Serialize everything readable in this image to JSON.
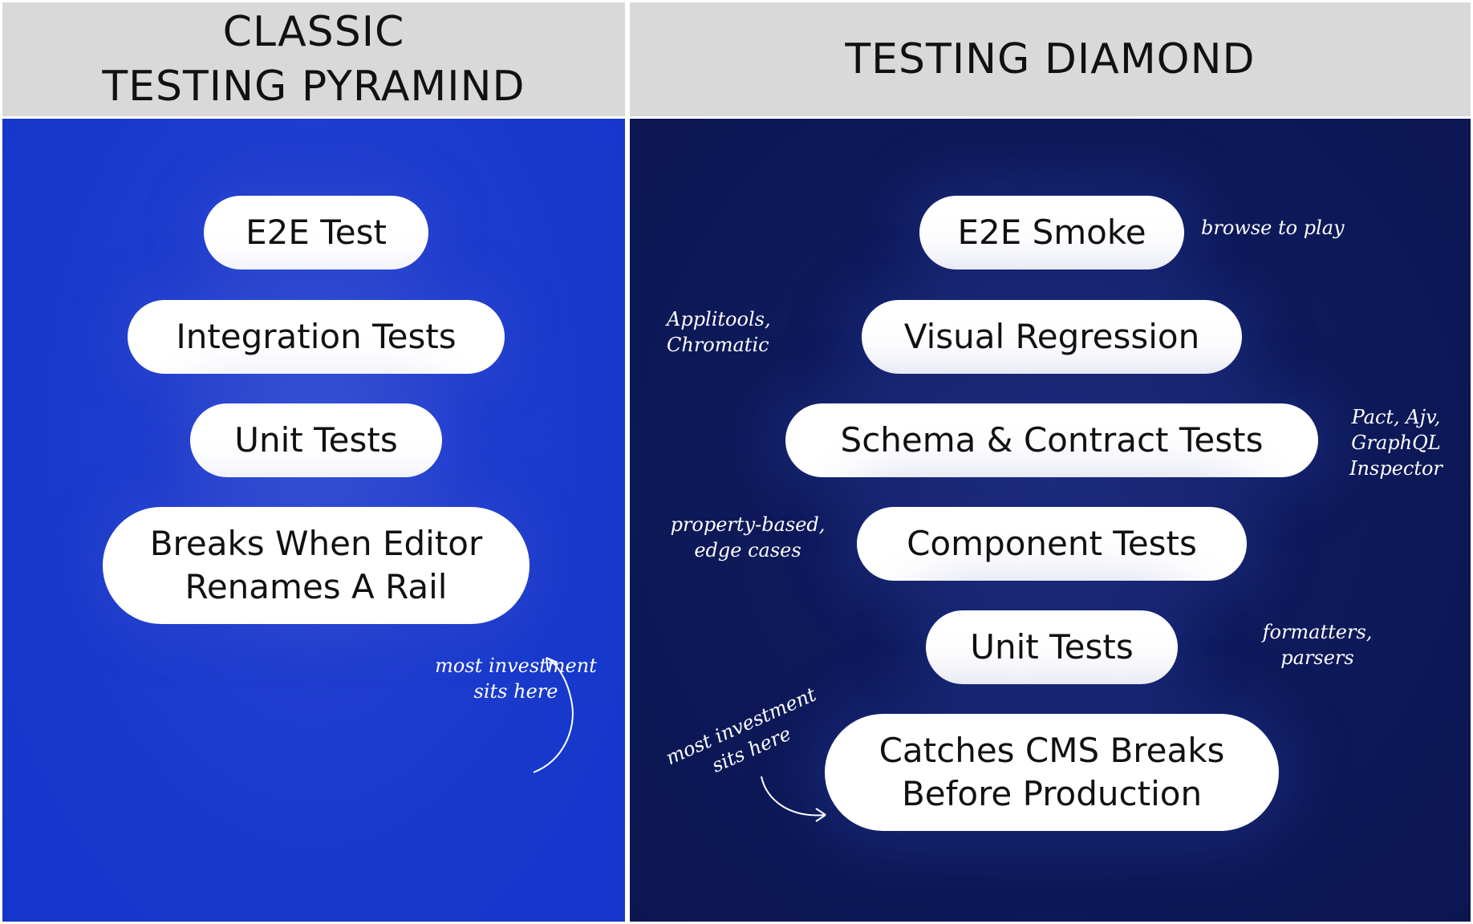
{
  "left_panel": {
    "title_line1": "CLASSIC",
    "title_line2": "TESTING PYRAMIND",
    "pills": [
      {
        "line1": "E2E Test",
        "line2": ""
      },
      {
        "line1": "Integration Tests",
        "line2": ""
      },
      {
        "line1": "Unit Tests",
        "line2": ""
      },
      {
        "line1": "Breaks When Editor",
        "line2": "Renames A Rail"
      }
    ],
    "annotation_line1": "most investment",
    "annotation_line2": "sits here"
  },
  "right_panel": {
    "title": "TESTING DIAMOND",
    "pills": [
      {
        "line1": "E2E Smoke",
        "line2": ""
      },
      {
        "line1": "Visual Regression",
        "line2": ""
      },
      {
        "line1": "Schema & Contract Tests",
        "line2": ""
      },
      {
        "line1": "Component Tests",
        "line2": ""
      },
      {
        "line1": "Unit Tests",
        "line2": ""
      },
      {
        "line1": "Catches CMS Breaks",
        "line2": "Before Production"
      }
    ],
    "notes": {
      "e2e": "browse to play",
      "visual_line1": "Applitools,",
      "visual_line2": "Chromatic",
      "schema_line1": "Pact, Ajv,",
      "schema_line2": "GraphQL",
      "schema_line3": "Inspector",
      "component_line1": "property-based,",
      "component_line2": "edge cases",
      "unit_line1": "formatters,",
      "unit_line2": "parsers"
    },
    "annotation_line1": "most investment",
    "annotation_line2": "sits here"
  },
  "colors": {
    "left_background": "#1638cb",
    "right_background": "#0b1651",
    "header_background": "#d9d9d9",
    "pill_background": "#ffffff"
  }
}
